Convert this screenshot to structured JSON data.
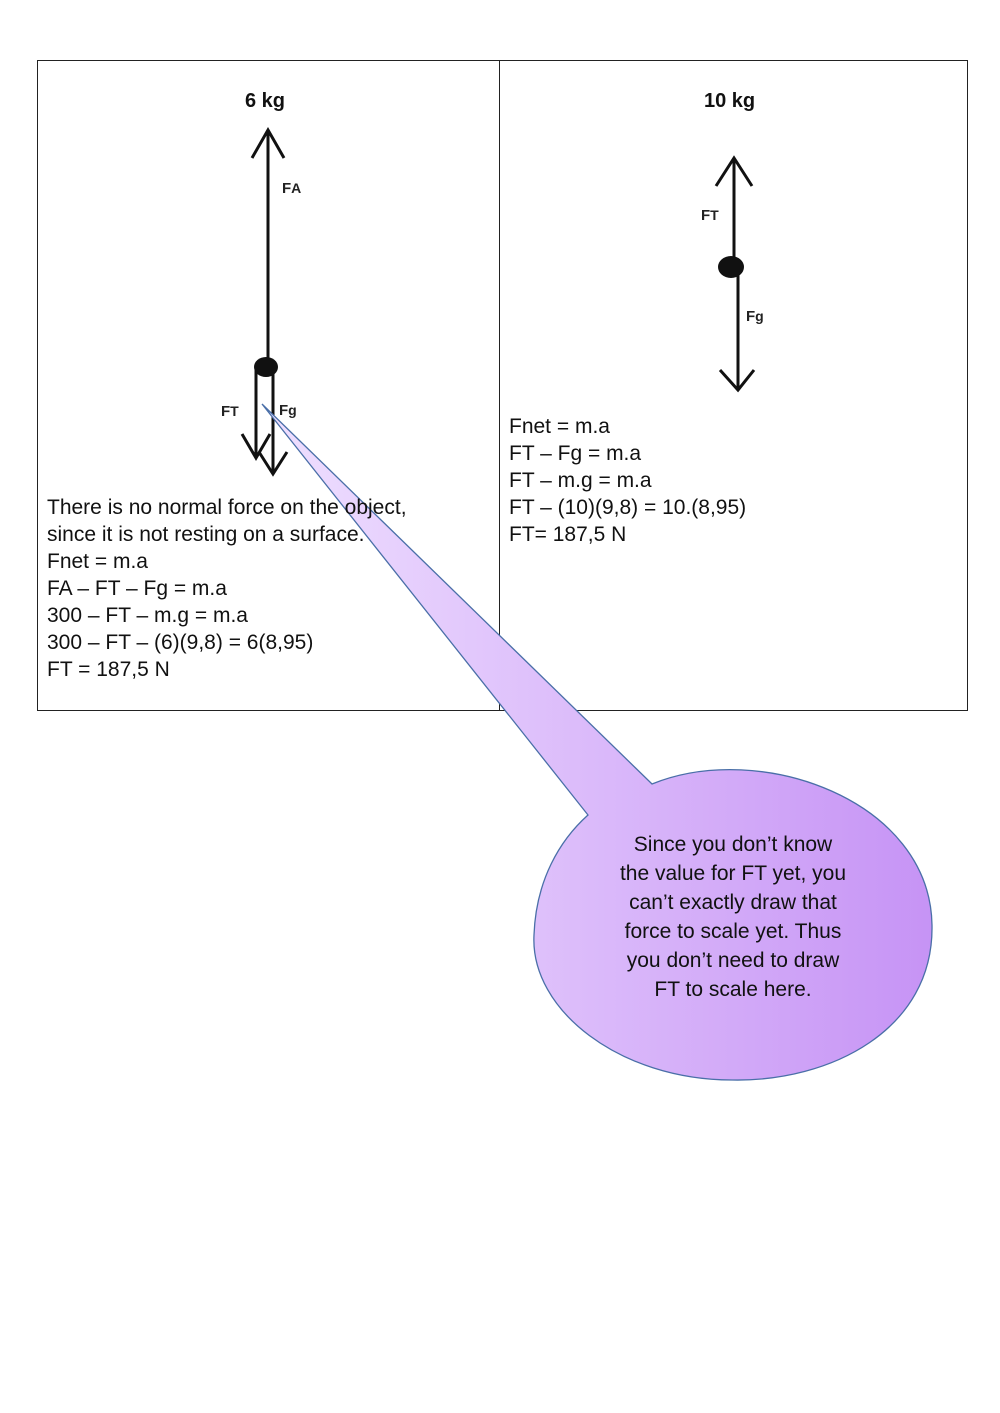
{
  "left_panel": {
    "title": "6 kg",
    "labels": {
      "fa": "F",
      "fa_sub": "A",
      "ft": "F",
      "ft_sub": "T",
      "fg": "F",
      "fg_sub": "g"
    },
    "lines": [
      "There is no normal force on the object,",
      "since it is not resting on a surface.",
      "Fnet = m.a",
      "FA – FT – Fg = m.a",
      "300 – FT – m.g = m.a",
      "300 – FT – (6)(9,8) = 6(8,95)",
      "FT = 187,5 N"
    ]
  },
  "right_panel": {
    "title": "10 kg",
    "labels": {
      "ft": "F",
      "ft_sub": "T",
      "fg": "F",
      "fg_sub": "g"
    },
    "lines": [
      "Fnet = m.a",
      "FT – Fg = m.a",
      "FT – m.g = m.a",
      "FT – (10)(9,8) = 10.(8,95)",
      "FT= 187,5 N"
    ]
  },
  "callout": {
    "lines": [
      "Since you don’t know",
      "the value for FT yet, you",
      "can’t exactly draw that",
      "force to scale yet. Thus",
      "you don’t need to draw",
      "FT to scale here."
    ],
    "color_light": "#eedcff",
    "color_dark": "#c996f5",
    "border": "#4a6fa8"
  }
}
